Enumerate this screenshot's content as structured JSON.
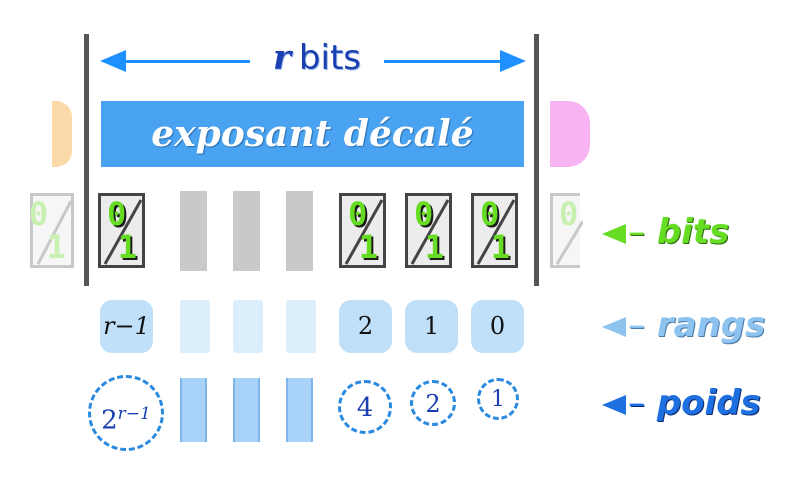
{
  "header": {
    "width_var": "r",
    "width_unit": "bits"
  },
  "field": {
    "label": "exposant décalé"
  },
  "bits": {
    "zero_glyph": "0",
    "one_glyph": "1"
  },
  "ranks": {
    "top": "r−1",
    "low": [
      "2",
      "1",
      "0"
    ]
  },
  "weights": {
    "top_base": "2",
    "top_exp": "r−1",
    "low": [
      "4",
      "2",
      "1"
    ]
  },
  "legend": {
    "bits_label": "bits",
    "ranks_label": "rangs",
    "weights_label": "poids",
    "dash": "–"
  },
  "colors": {
    "bits": "#66dd22",
    "ranks": "#8fc3ef",
    "weights": "#1e6fe0",
    "field": "#4aa3f0",
    "left_neighbor": "#fcd9a8",
    "right_neighbor": "#f8b4f2"
  }
}
